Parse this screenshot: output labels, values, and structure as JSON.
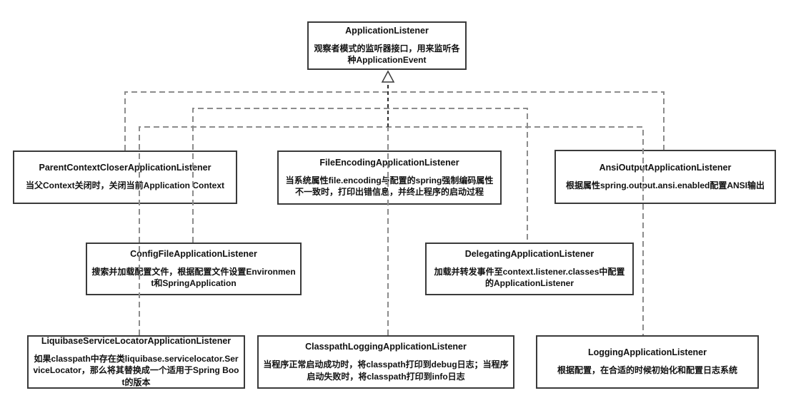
{
  "root": {
    "name": "ApplicationListener",
    "desc": "观察者模式的监听器接口，用来监听各种ApplicationEvent"
  },
  "listeners": {
    "parent_context_closer": {
      "name": "ParentContextCloserApplicationListener",
      "desc": "当父Context关闭时，关闭当前Application Context"
    },
    "file_encoding": {
      "name": "FileEncodingApplicationListener",
      "desc": "当系统属性file.encoding与配置的spring强制编码属性不一致时，打印出错信息，并终止程序的启动过程"
    },
    "ansi_output": {
      "name": "AnsiOutputApplicationListener",
      "desc": "根据属性spring.output.ansi.enabled配置ANSI输出"
    },
    "config_file": {
      "name": "ConfigFileApplicationListener",
      "desc": "搜索并加载配置文件，根据配置文件设置Environment和SpringApplication"
    },
    "delegating": {
      "name": "DelegatingApplicationListener",
      "desc": "加载并转发事件至context.listener.classes中配置的ApplicationListener"
    },
    "liquibase_service_locator": {
      "name": "LiquibaseServiceLocatorApplicationListener",
      "desc": "如果classpath中存在类liquibase.servicelocator.ServiceLocator，那么将其替换成一个适用于Spring Boot的版本"
    },
    "classpath_logging": {
      "name": "ClasspathLoggingApplicationListener",
      "desc": "当程序正常启动成功时，将classpath打印到debug日志；当程序启动失败时，将classpath打印到info日志"
    },
    "logging": {
      "name": "LoggingApplicationListener",
      "desc": "根据配置，在合适的时候初始化和配置日志系统"
    }
  },
  "colors": {
    "border_color": "#3a3a3a",
    "dash_color": "#8c8c8c",
    "dash_dark_color": "#2f2f2f",
    "text_color": "#111111",
    "bg_color": "#ffffff"
  }
}
